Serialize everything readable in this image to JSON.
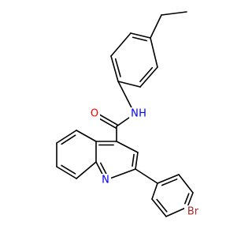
{
  "molecule": {
    "atoms": {
      "O": {
        "label": "O",
        "color": "#ff0000"
      },
      "NH": {
        "label": "N",
        "label_h": "H",
        "color": "#0000ff"
      },
      "N_ring": {
        "label": "N",
        "color": "#0000ff"
      },
      "Br": {
        "label": "Br",
        "color": "#a52a2a"
      }
    },
    "bond_color": "#000000"
  }
}
